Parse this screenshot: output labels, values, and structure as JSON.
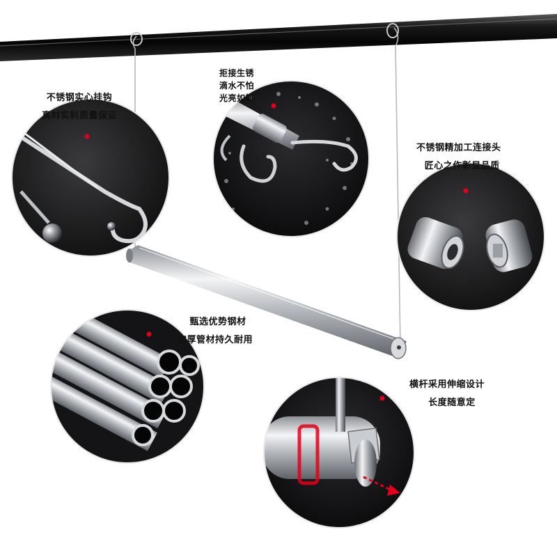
{
  "features": [
    {
      "name": "hook",
      "lines": [
        "不锈钢实心挂钩",
        "真材实料质量保证"
      ]
    },
    {
      "name": "rust",
      "lines": [
        "拒接生锈",
        "滴水不怕",
        "光亮如新"
      ]
    },
    {
      "name": "connector",
      "lines": [
        "不锈钢精加工连接头",
        "匠心之作彰显品质"
      ]
    },
    {
      "name": "tube",
      "lines": [
        "甄选优势钢材",
        "加厚管材持久耐用"
      ]
    },
    {
      "name": "telescopic",
      "lines": [
        "横杆采用伸缩设计",
        "长度随意定"
      ]
    }
  ],
  "colors": {
    "marker": "#e3001b",
    "top_rod": "#0d0d0d",
    "steel": "#c9cdd2",
    "circle_bg": "#1c1c1e"
  },
  "icons": [
    "red-dot-marker"
  ]
}
